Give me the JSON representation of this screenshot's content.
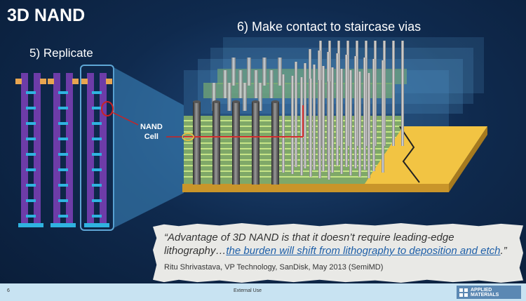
{
  "slide": {
    "title": "3D NAND",
    "step5_heading": "5) Replicate",
    "step6_heading": "6) Make contact to staircase vias",
    "cell_label_line1": "NAND",
    "cell_label_line2": "Cell"
  },
  "quote": {
    "line1": "“Advantage of 3D NAND is that it doesn’t require leading-edge",
    "line2_prefix": "lithography…",
    "line2_highlight": "the burden will shift from lithography to deposition and etch",
    "line2_suffix": ".”",
    "attribution": "Ritu Shrivastava, VP Technology, SanDisk, May 2013 (SemiMD)"
  },
  "footer": {
    "page_number": "6",
    "classification": "External Use",
    "logo_line1": "APPLIED",
    "logo_line2": "MATERIALS"
  },
  "colors": {
    "background": "#123462",
    "highlight_frame": "#5fa7d6",
    "cell_marker": "#cc2222",
    "footer_bar": "#c8e3f2",
    "substrate": "#f2c443"
  }
}
